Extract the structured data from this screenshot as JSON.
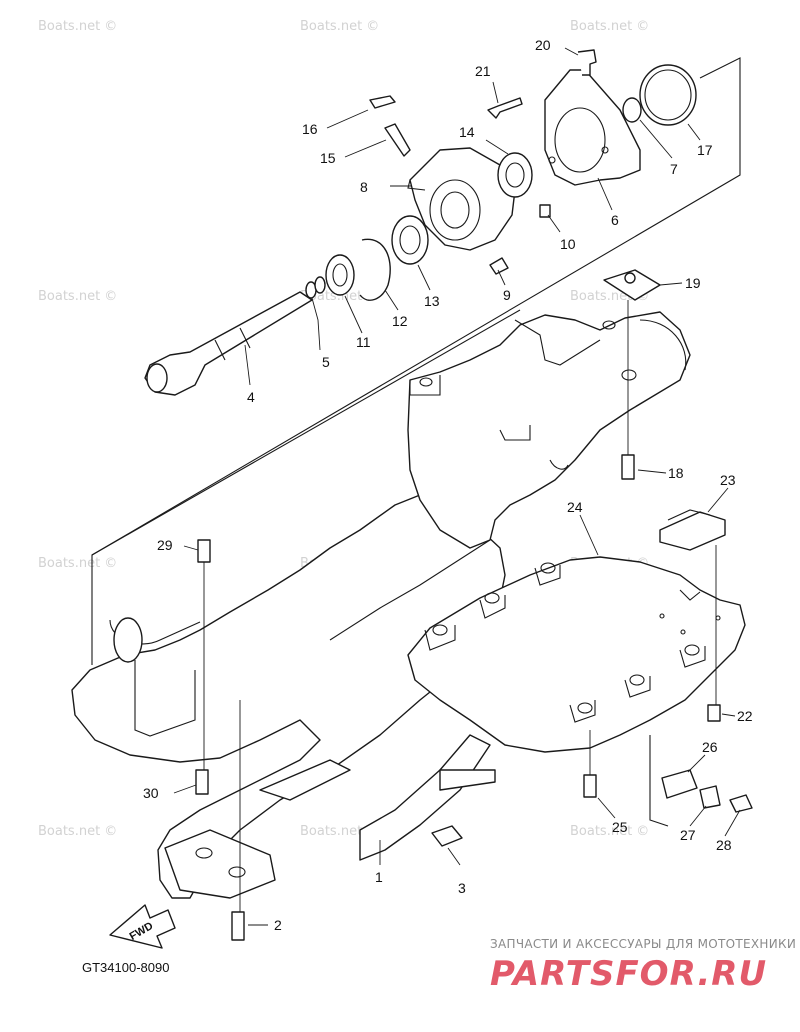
{
  "diagram_code": "GT34100-8090",
  "watermark_text": "Boats.net ©",
  "fwd_label": "FWD",
  "brand": {
    "tagline": "ЗАПЧАСТИ И АКСЕССУАРЫ ДЛЯ МОТОТЕХНИКИ",
    "name": "PARTSFOR.RU",
    "color": "#e25a6a"
  },
  "callouts": {
    "c1": "1",
    "c2": "2",
    "c3": "3",
    "c4": "4",
    "c5": "5",
    "c6": "6",
    "c7": "7",
    "c8": "8",
    "c9": "9",
    "c10": "10",
    "c11": "11",
    "c12": "12",
    "c13": "13",
    "c14": "14",
    "c15": "15",
    "c16": "16",
    "c17": "17",
    "c18": "18",
    "c19": "19",
    "c20": "20",
    "c21": "21",
    "c22": "22",
    "c23": "23",
    "c24": "24",
    "c25": "25",
    "c26": "26",
    "c27": "27",
    "c28": "28",
    "c29": "29",
    "c30": "30"
  }
}
